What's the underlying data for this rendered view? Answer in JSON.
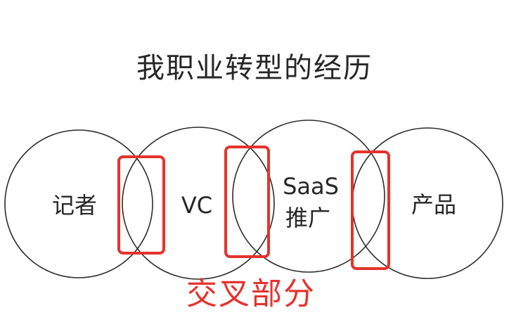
{
  "title": "我职业转型的经历",
  "circles": [
    {
      "label": "记者"
    },
    {
      "label": "VC"
    },
    {
      "label_line1": "SaaS",
      "label_line2": "推广"
    },
    {
      "label": "产品"
    }
  ],
  "annotation": "交叉部分",
  "colors": {
    "ink": "#2b2b2b",
    "highlight": "#e5322d",
    "background": "#ffffff"
  }
}
